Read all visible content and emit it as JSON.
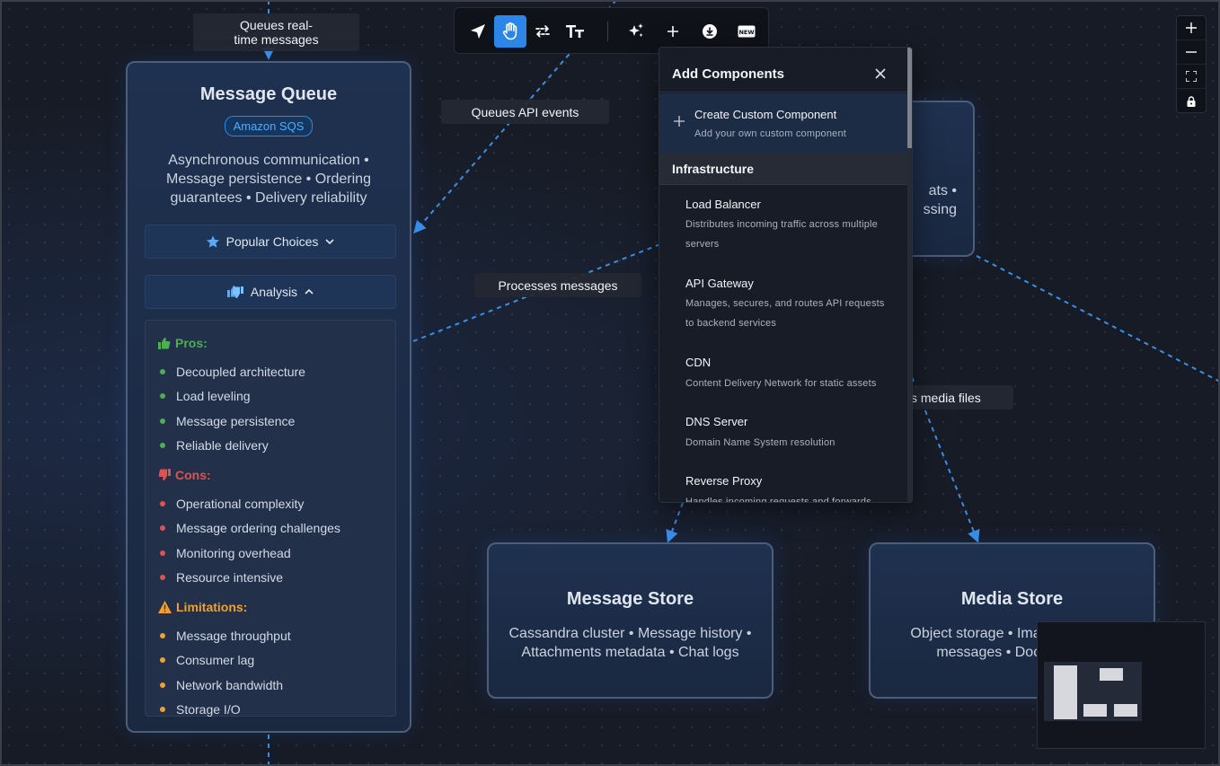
{
  "edge_labels": [
    "Queues real-time messages",
    "Queues API events",
    "Processes messages",
    "s media files"
  ],
  "message_queue": {
    "title": "Message Queue",
    "badge": "Amazon SQS",
    "description": "Asynchronous communication • Message persistence • Ordering guarantees • Delivery reliability",
    "popular_choices_label": "Popular Choices",
    "analysis_label": "Analysis",
    "pros_label": "Pros:",
    "pros": [
      "Decoupled architecture",
      "Load leveling",
      "Message persistence",
      "Reliable delivery"
    ],
    "cons_label": "Cons:",
    "cons": [
      "Operational complexity",
      "Message ordering challenges",
      "Monitoring overhead",
      "Resource intensive"
    ],
    "limitations_label": "Limitations:",
    "limitations": [
      "Message throughput",
      "Consumer lag",
      "Network bandwidth",
      "Storage I/O"
    ]
  },
  "partial_node": {
    "desc_line1": "ats •",
    "desc_line2": "ssing"
  },
  "message_store": {
    "title": "Message Store",
    "description": "Cassandra cluster • Message history • Attachments metadata • Chat logs"
  },
  "media_store": {
    "title": "Media Store",
    "description": "Object storage • Images • Video messages • Documents"
  },
  "toolbar": {
    "tools": [
      "select-tool",
      "pan-tool",
      "connect-tool",
      "text-tool",
      "ai-generate",
      "add-component",
      "download",
      "new-feature"
    ],
    "active_tool": "pan-tool",
    "new_badge": "NEW"
  },
  "zoom_controls": [
    "zoom-in",
    "zoom-out",
    "fit-view",
    "lock"
  ],
  "add_components": {
    "title": "Add Components",
    "custom": {
      "title": "Create Custom Component",
      "description": "Add your own custom component"
    },
    "category": "Infrastructure",
    "items": [
      {
        "title": "Load Balancer",
        "description": "Distributes incoming traffic across multiple servers"
      },
      {
        "title": "API Gateway",
        "description": "Manages, secures, and routes API requests to backend services"
      },
      {
        "title": "CDN",
        "description": "Content Delivery Network for static assets"
      },
      {
        "title": "DNS Server",
        "description": "Domain Name System resolution"
      },
      {
        "title": "Reverse Proxy",
        "description": "Handles incoming requests and forwards"
      }
    ]
  },
  "colors": {
    "accent": "#2d86e6",
    "edge": "#3a8fe8",
    "pros": "#4caf50",
    "cons": "#e05252",
    "limitations": "#f0a030"
  }
}
